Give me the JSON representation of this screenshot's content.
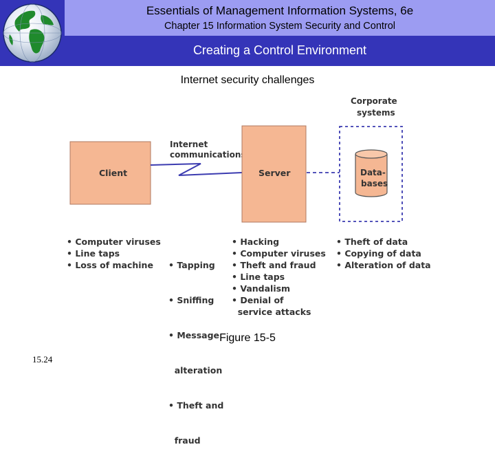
{
  "header": {
    "title": "Essentials of Management Information Systems, 6e",
    "chapter": "Chapter 15 Information System Security and Control",
    "section": "Creating a Control Environment"
  },
  "diagram": {
    "title": "Internet security challenges",
    "client_label": "Client",
    "comm_label_line1": "Internet",
    "comm_label_line2": "communications",
    "server_label": "Server",
    "corporate_line1": "Corporate",
    "corporate_line2": "systems",
    "db_line1": "Data-",
    "db_line2": "bases",
    "colors": {
      "box_fill": "#f5b793",
      "box_stroke": "#b07a60",
      "header_dark": "#3434b8",
      "header_light": "#9c9cf2"
    }
  },
  "threats": {
    "client": [
      "• Computer viruses",
      "• Line taps",
      "• Loss of machine"
    ],
    "communications": [
      "• Tapping",
      "• Sniffing",
      "• Message",
      "  alteration",
      "• Theft and",
      "  fraud"
    ],
    "server": [
      "• Hacking",
      "• Computer viruses",
      "• Theft and fraud",
      "• Line taps",
      "• Vandalism",
      "• Denial of",
      "  service attacks"
    ],
    "corporate": [
      "• Theft of data",
      "• Copying of data",
      "• Alteration of data"
    ]
  },
  "figure_caption": "Figure 15-5",
  "slide_number": "15.24"
}
